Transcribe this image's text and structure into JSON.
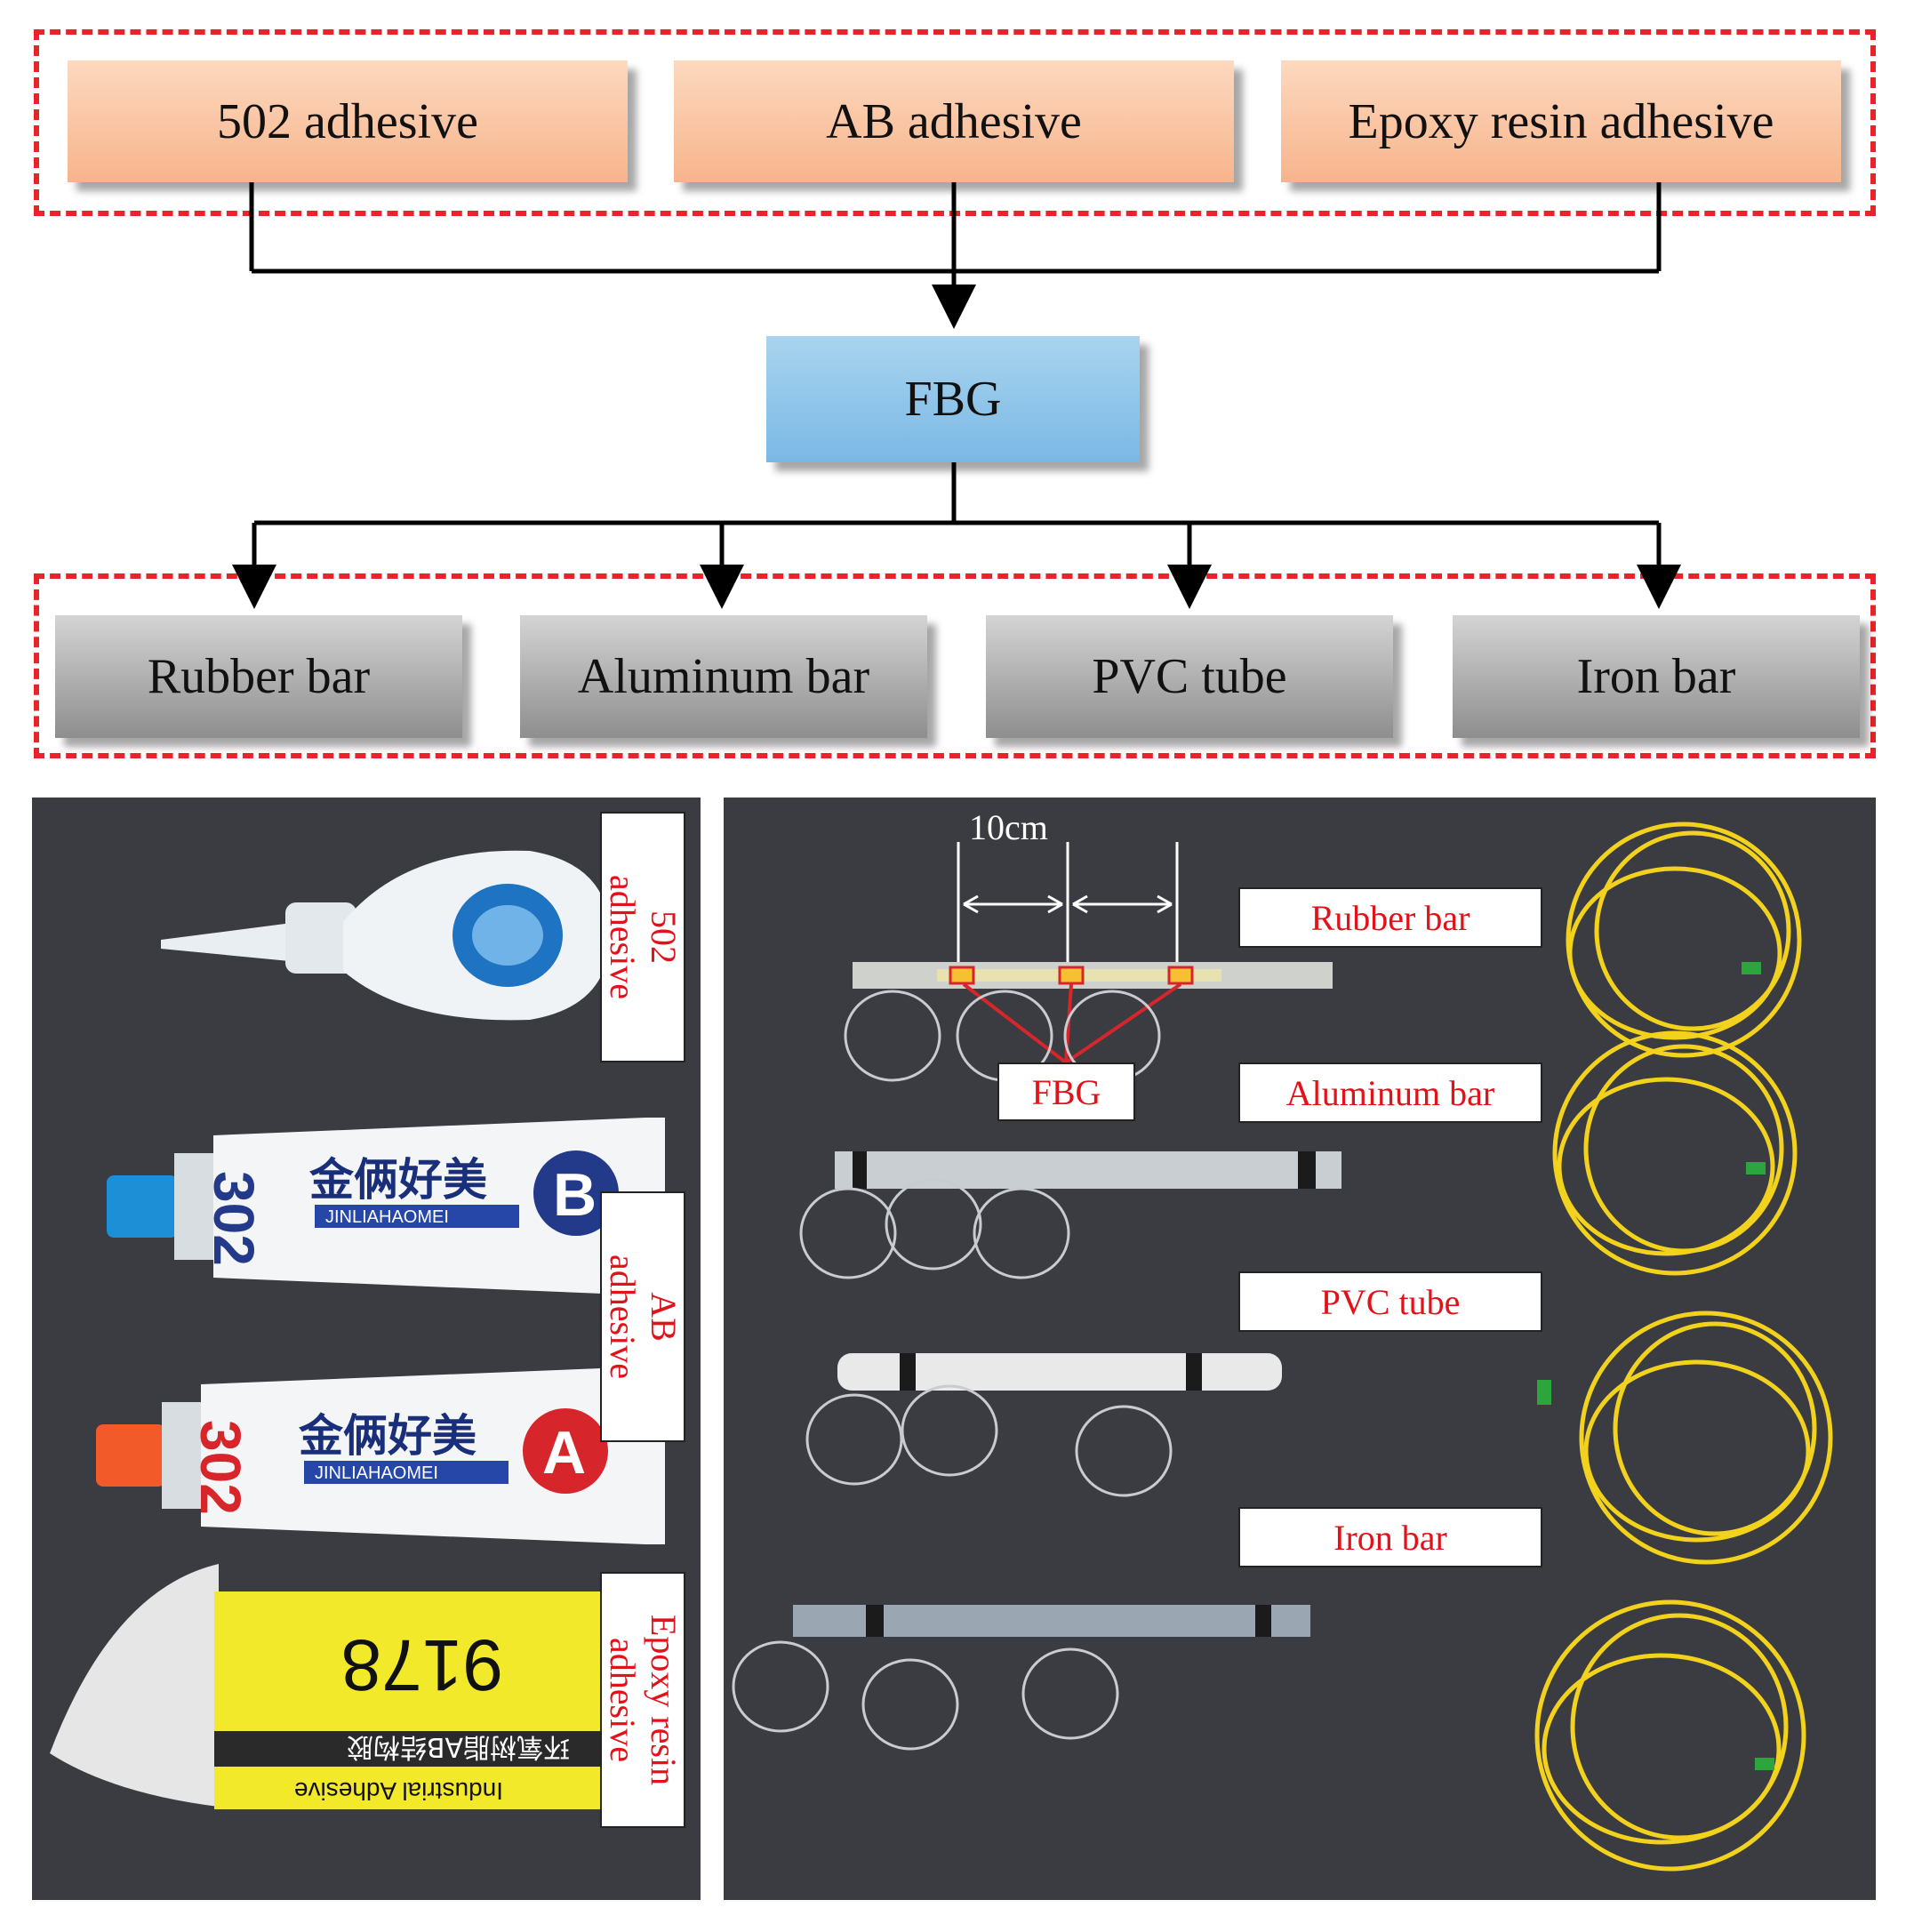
{
  "adhesives": [
    "502 adhesive",
    "AB adhesive",
    "Epoxy resin adhesive"
  ],
  "center": "FBG",
  "materials": [
    "Rubber bar",
    "Aluminum bar",
    "PVC tube",
    "Iron bar"
  ],
  "left_photo": {
    "labels": [
      {
        "line1": "502",
        "line2": "adhesive"
      },
      {
        "line1": "AB",
        "line2": "adhesive"
      },
      {
        "line1": "Epoxy resin",
        "line2": "adhesive"
      }
    ],
    "tube_b": {
      "number": "302",
      "brand": "金俩好美",
      "latin": "JINLIAHAOMEI",
      "letter": "B"
    },
    "tube_a": {
      "number": "302",
      "brand": "金俩好美",
      "latin": "JINLIAHAOMEI",
      "letter": "A"
    },
    "epoxy": {
      "code": "9178",
      "cn": "环氧树脂AB结构胶",
      "en": "Industrial Adhesive"
    }
  },
  "right_photo": {
    "spacing": "10cm",
    "fbg_label": "FBG",
    "bar_labels": [
      "Rubber bar",
      "Aluminum bar",
      "PVC tube",
      "Iron bar"
    ]
  },
  "colors": {
    "dash": "#e8242a",
    "label_text": "#e2121a",
    "fiber": "#f2d21c",
    "photo_bg": "#3a3c41"
  }
}
